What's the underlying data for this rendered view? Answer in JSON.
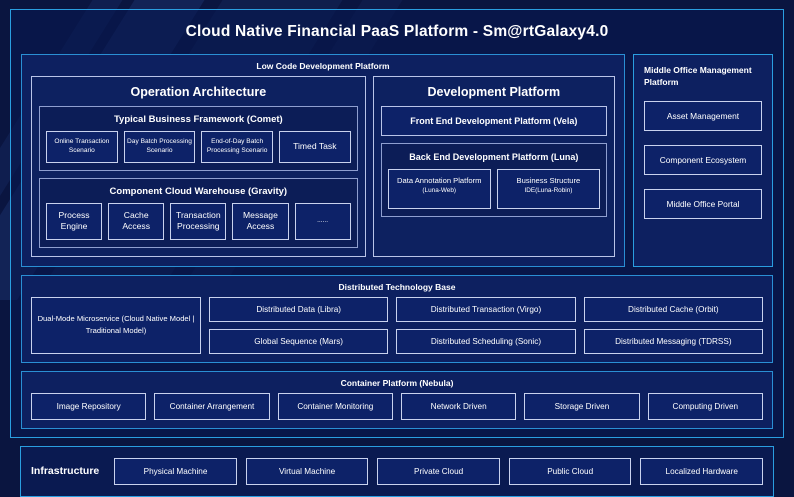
{
  "title": "Cloud Native Financial PaaS Platform - Sm@rtGalaxy4.0",
  "colors": {
    "page_bg": "#0a1540",
    "accent_border": "#2a9ee0",
    "panel_bg": "#0d2060",
    "box_border": "#c9d2ee",
    "text": "#ffffff"
  },
  "low_code": {
    "title": "Low Code Development Platform",
    "operation_architecture": {
      "title": "Operation Architecture",
      "groups": [
        {
          "title": "Typical Business Framework (Comet)",
          "items": [
            "Online Transaction Scenario",
            "Day Batch Processing Scenario",
            "End-of-Day Batch Processing Scenario",
            "Timed Task"
          ]
        },
        {
          "title": "Component Cloud Warehouse (Gravity)",
          "items": [
            "Process Engine",
            "Cache Access",
            "Transaction Processing",
            "Message Access",
            "......"
          ]
        }
      ]
    },
    "development_platform": {
      "title": "Development Platform",
      "front_end": "Front End Development Platform (Vela)",
      "back_end": {
        "title": "Back End Development Platform (Luna)",
        "items": [
          {
            "name": "Data Annotation Platform",
            "sub": "(Luna-Web)"
          },
          {
            "name": "Business Structure",
            "sub": "IDE(Luna-Robin)"
          }
        ]
      }
    }
  },
  "middle_office": {
    "title": "Middle Office Management Platform",
    "items": [
      "Asset Management",
      "Component Ecosystem",
      "Middle Office Portal"
    ]
  },
  "distributed_technology_base": {
    "title": "Distributed Technology Base",
    "dual_mode": "Dual-Mode Microservice (Cloud Native Model | Traditional Model)",
    "columns": [
      [
        "Distributed Data (Libra)",
        "Global Sequence (Mars)"
      ],
      [
        "Distributed Transaction (Virgo)",
        "Distributed Scheduling (Sonic)"
      ],
      [
        "Distributed Cache (Orbit)",
        "Distributed Messaging (TDRSS)"
      ]
    ]
  },
  "container_platform": {
    "title": "Container Platform (Nebula)",
    "items": [
      "Image Repository",
      "Container Arrangement",
      "Container Monitoring",
      "Network Driven",
      "Storage Driven",
      "Computing Driven"
    ]
  },
  "infrastructure": {
    "label": "Infrastructure",
    "items": [
      "Physical Machine",
      "Virtual Machine",
      "Private Cloud",
      "Public Cloud",
      "Localized Hardware"
    ]
  }
}
